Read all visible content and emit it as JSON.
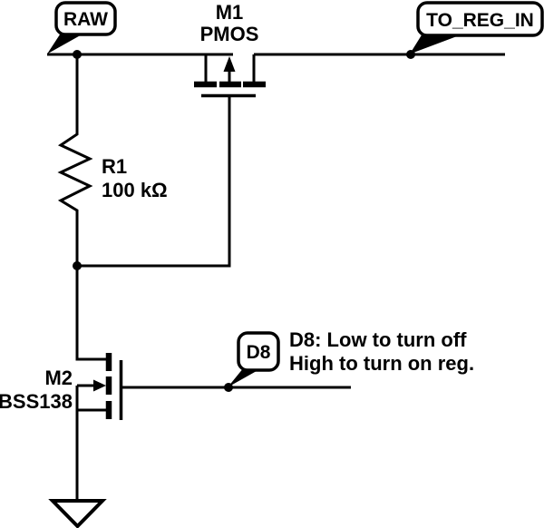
{
  "diagram": {
    "kind": "circuit-schematic",
    "colors": {
      "background": "#ffffff",
      "ink": "#000000"
    },
    "nets": {
      "raw": {
        "label": "RAW"
      },
      "to_reg_in": {
        "label": "TO_REG_IN"
      },
      "d8": {
        "label": "D8"
      }
    },
    "components": {
      "m1": {
        "name": "M1",
        "type": "PMOS"
      },
      "r1": {
        "name": "R1",
        "value": "100 kΩ"
      },
      "m2": {
        "name": "M2",
        "type": "BSS138"
      }
    },
    "annotation": {
      "line1": "D8: Low to turn off",
      "line2": "High to turn on reg."
    }
  }
}
